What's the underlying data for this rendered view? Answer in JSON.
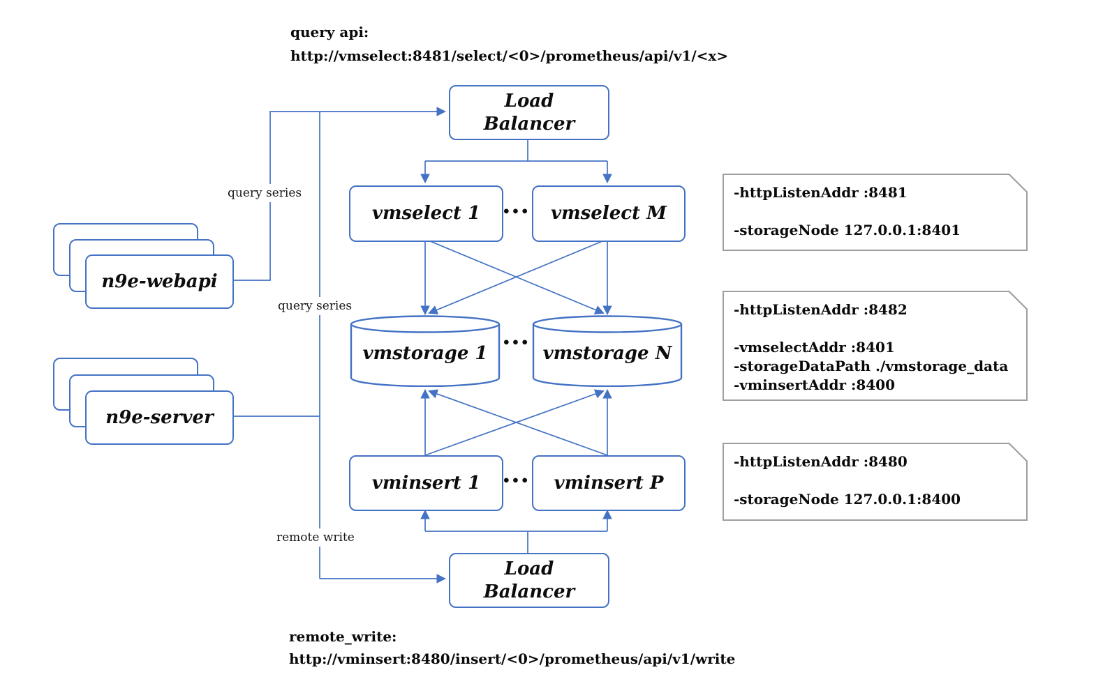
{
  "header": {
    "line1": "query api:",
    "line2": "http://vmselect:8481/select/<0>/prometheus/api/v1/<x>"
  },
  "footer": {
    "line1": "remote_write:",
    "line2": "http://vminsert:8480/insert/<0>/prometheus/api/v1/write"
  },
  "nodes": {
    "load_balancer_top": {
      "line1": "Load",
      "line2": "Balancer"
    },
    "load_balancer_bottom": {
      "line1": "Load",
      "line2": "Balancer"
    },
    "vmselect_1": "vmselect 1",
    "vmselect_m": "vmselect M",
    "vmstorage_1": "vmstorage 1",
    "vmstorage_n": "vmstorage N",
    "vminsert_1": "vminsert 1",
    "vminsert_p": "vminsert P",
    "n9e_webapi": "n9e-webapi",
    "n9e_server": "n9e-server",
    "ellipsis": "•••"
  },
  "edge_labels": {
    "query_series_top": "query series",
    "query_series_mid": "query series",
    "remote_write": "remote write"
  },
  "callouts": [
    {
      "lines": [
        "-httpListenAddr :8481",
        "",
        "-storageNode 127.0.0.1:8401"
      ]
    },
    {
      "lines": [
        "-httpListenAddr :8482",
        "",
        "-vmselectAddr :8401",
        "-storageDataPath ./vmstorage_data",
        "-vminsertAddr :8400"
      ]
    },
    {
      "lines": [
        "-httpListenAddr :8480",
        "",
        "-storageNode 127.0.0.1:8400"
      ]
    }
  ],
  "colors": {
    "node_border": "#4472C4",
    "connector": "#4472C4",
    "callout_border": "#9E9E9E",
    "text": "#0d0d0d"
  }
}
